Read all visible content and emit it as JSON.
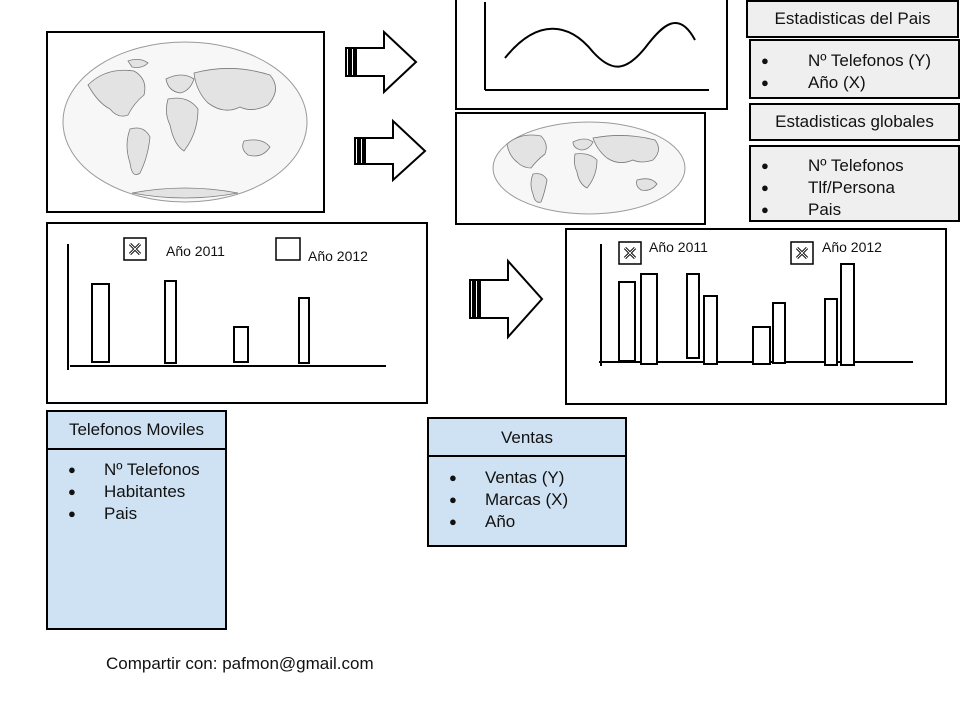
{
  "estadisticas_pais": {
    "title": "Estadisticas del Pais",
    "items": [
      "Nº Telefonos (Y)",
      "Año (X)"
    ]
  },
  "estadisticas_globales": {
    "title": "Estadisticas globales",
    "items": [
      "Nº Telefonos",
      "Tlf/Persona",
      "Pais"
    ]
  },
  "telefonos_moviles": {
    "title": "Telefonos Moviles",
    "items": [
      "Nº Telefonos",
      "Habitantes",
      "Pais"
    ]
  },
  "ventas": {
    "title": "Ventas",
    "items": [
      "Ventas (Y)",
      "Marcas (X)",
      "Año"
    ]
  },
  "left_bar_chart": {
    "legend": [
      "Año 2011",
      "Año 2012"
    ]
  },
  "right_bar_chart": {
    "legend": [
      "Año 2011",
      "Año 2012"
    ]
  },
  "footer": {
    "share_text": "Compartir con: pafmon@gmail.com"
  },
  "colors": {
    "grey_panel": "#efefef",
    "blue_panel": "#cfe2f3",
    "stroke": "#000000"
  }
}
